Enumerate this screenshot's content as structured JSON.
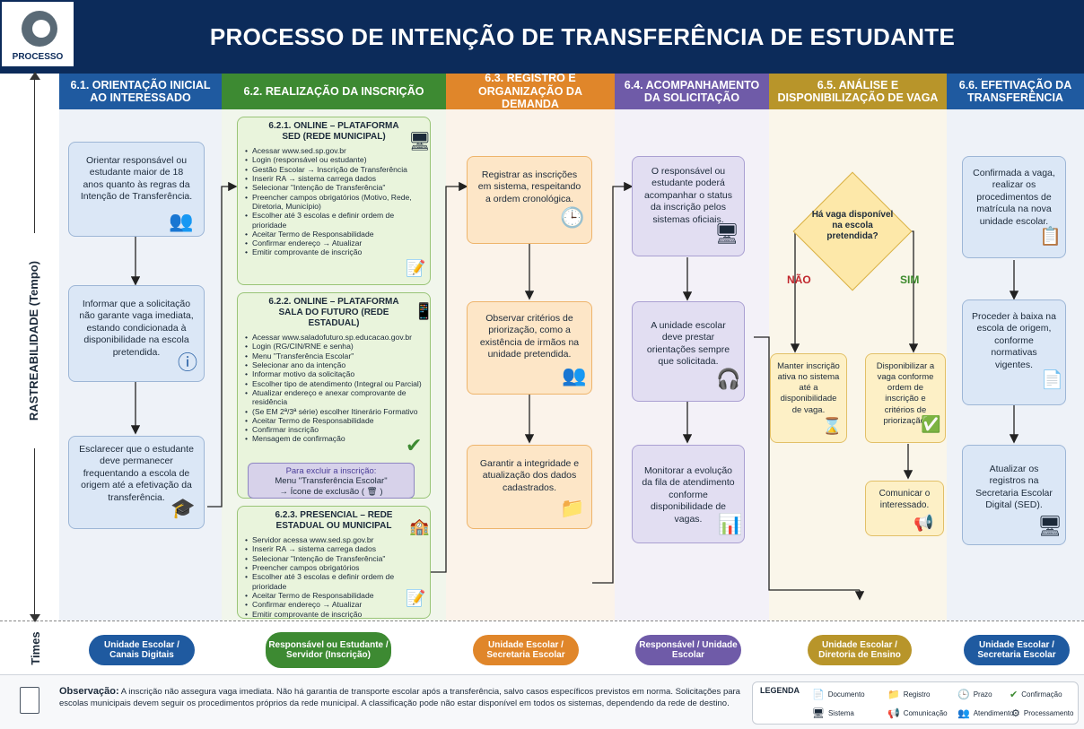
{
  "header": {
    "logo_text": "PROCESSO",
    "title": "PROCESSO DE INTENÇÃO DE TRANSFERÊNCIA DE ESTUDANTE"
  },
  "axis": {
    "label": "RASTREABILIDADE (Tempo)",
    "times_label": "Times"
  },
  "columns": [
    {
      "title": "6.1. ORIENTAÇÃO INICIAL AO INTERESSADO",
      "color": "#1f5aa0"
    },
    {
      "title": "6.2. REALIZAÇÃO DA INSCRIÇÃO",
      "color": "#3d8a32"
    },
    {
      "title": "6.3. REGISTRO E ORGANIZAÇÃO DA DEMANDA",
      "color": "#e0862a"
    },
    {
      "title": "6.4. ACOMPANHAMENTO DA SOLICITAÇÃO",
      "color": "#6f5ba8"
    },
    {
      "title": "6.5. ANÁLISE E DISPONIBILIZAÇÃO DE VAGA",
      "color": "#b8952a"
    },
    {
      "title": "6.6. EFETIVAÇÃO DA TRANSFERÊNCIA",
      "color": "#1f5aa0"
    }
  ],
  "col1": {
    "box1": "Orientar responsável ou estudante maior de 18 anos quanto às regras da Intenção de Transferência.",
    "box2": "Informar que a solicitação não garante vaga imediata, estando condicionada à disponibilidade na escola pretendida.",
    "box3": "Esclarecer que o estudante deve permanecer frequentando a escola de origem até a efetivação da transferência."
  },
  "col2": {
    "online_sed": {
      "title": "6.2.1. ONLINE – PLATAFORMA SED (REDE MUNICIPAL)",
      "items": [
        "Acessar www.sed.sp.gov.br",
        "Login (responsável ou estudante)",
        "Gestão Escolar → Inscrição de Transferência",
        "Inserir RA → sistema carrega dados",
        "Selecionar \"Intenção de Transferência\"",
        "Preencher campos obrigatórios (Motivo, Rede, Diretoria, Município)",
        "Escolher até 3 escolas e definir ordem de prioridade",
        "Aceitar Termo de Responsabilidade",
        "Confirmar endereço → Atualizar",
        "Emitir comprovante de inscrição"
      ]
    },
    "online_sala": {
      "title": "6.2.2. ONLINE – PLATAFORMA SALA DO FUTURO (REDE ESTADUAL)",
      "items": [
        "Acessar www.saladofuturo.sp.educacao.gov.br",
        "Login (RG/CIN/RNE e senha)",
        "Menu \"Transferência Escolar\"",
        "Selecionar ano da intenção",
        "Informar motivo da solicitação",
        "Escolher tipo de atendimento (Integral ou Parcial)",
        "Atualizar endereço e anexar comprovante de residência",
        "(Se EM 2ª/3ª série) escolher Itinerário Formativo",
        "Aceitar Termo de Responsabilidade",
        "Confirmar inscrição",
        "Mensagem de confirmação"
      ]
    },
    "exclude_note": {
      "title": "Para excluir a inscrição:",
      "line1": "Menu \"Transferência Escolar\"",
      "line2": "→ Ícone de exclusão ( 🗑 )"
    },
    "presencial": {
      "title": "6.2.3. PRESENCIAL – REDE ESTADUAL OU MUNICIPAL",
      "items": [
        "Servidor acessa www.sed.sp.gov.br",
        "Inserir RA → sistema carrega dados",
        "Selecionar \"Intenção de Transferência\"",
        "Preencher campos obrigatórios",
        "Escolher até 3 escolas e definir ordem de prioridade",
        "Aceitar Termo de Responsabilidade",
        "Confirmar endereço → Atualizar",
        "Emitir comprovante de inscrição"
      ]
    }
  },
  "col3": {
    "box1": "Registrar as inscrições em sistema, respeitando a ordem cronológica.",
    "box2": "Observar critérios de priorização, como a existência de irmãos na unidade pretendida.",
    "box3": "Garantir a integridade e atualização dos dados cadastrados."
  },
  "col4": {
    "box1": "O responsável ou estudante poderá acompanhar o status da inscrição pelos sistemas oficiais.",
    "box2": "A unidade escolar deve prestar orientações sempre que solicitada.",
    "box3": "Monitorar a evolução da fila de atendimento conforme disponibilidade de vagas."
  },
  "col5": {
    "question": "Há vaga disponível na escola pretendida?",
    "no_label": "NÃO",
    "yes_label": "SIM",
    "no_box": "Manter inscrição ativa no sistema até a disponibilidade de vaga.",
    "yes_box": "Disponibilizar a vaga conforme ordem de inscrição e critérios de priorização.",
    "communicate": "Comunicar o interessado."
  },
  "col6": {
    "box1": "Confirmada a vaga, realizar os procedimentos de matrícula na nova unidade escolar.",
    "box2": "Proceder à baixa na escola de origem, conforme normativas vigentes.",
    "box3": "Atualizar os registros na Secretaria Escolar Digital (SED)."
  },
  "teams": [
    {
      "label": "Unidade Escolar / Canais Digitais",
      "color": "#1f5aa0"
    },
    {
      "label": "Responsável ou Estudante / Servidor (Inscrição)",
      "color": "#3d8a32"
    },
    {
      "label": "Unidade Escolar / Secretaria Escolar",
      "color": "#e0862a"
    },
    {
      "label": "Responsável / Unidade Escolar",
      "color": "#6f5ba8"
    },
    {
      "label": "Unidade Escolar / Diretoria de Ensino",
      "color": "#b8952a"
    },
    {
      "label": "Unidade Escolar / Secretaria Escolar",
      "color": "#1f5aa0"
    }
  ],
  "footer": {
    "obs_label": "Observação:",
    "obs_text": "A inscrição não assegura vaga imediata. Não há garantia de transporte escolar após a transferência, salvo casos específicos previstos em norma. Solicitações para escolas municipais devem seguir os procedimentos próprios da rede municipal. A classificação pode não estar disponível em todos os sistemas, dependendo da rede de destino."
  },
  "legend": {
    "title": "LEGENDA",
    "items": [
      "Documento",
      "Registro",
      "Prazo",
      "Confirmação",
      "Sistema",
      "Comunicação",
      "Atendimento",
      "Processamento"
    ]
  },
  "icons": [
    "document-icon",
    "folder-icon",
    "clock-icon",
    "checkmark-icon",
    "monitor-icon",
    "megaphone-icon",
    "people-icon",
    "gear-icon"
  ]
}
